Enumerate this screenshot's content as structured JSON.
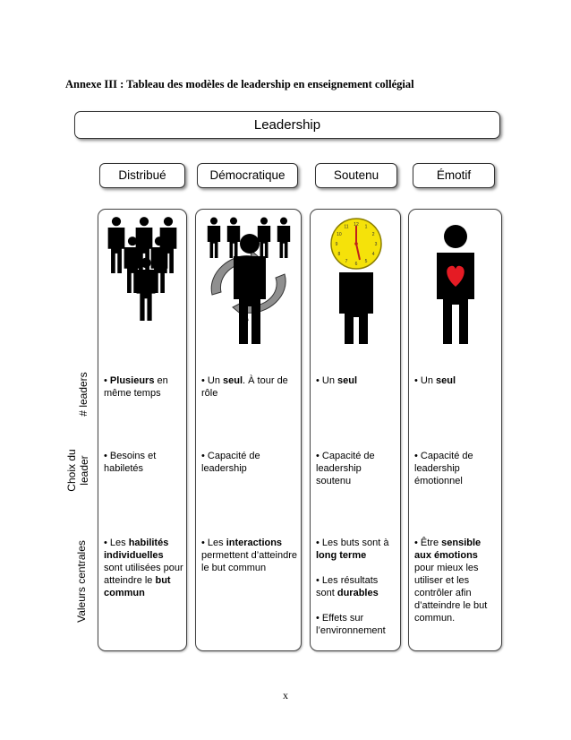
{
  "caption": "Annexe III : Tableau des modèles de leadership en enseignement collégial",
  "banner": "Leadership",
  "columns": [
    {
      "title": "Distribué",
      "leaders": [
        {
          "t": "• "
        },
        {
          "t": "Plusieurs",
          "b": true
        },
        {
          "t": " en même temps"
        }
      ],
      "choix": [
        {
          "t": "• Besoins et habiletés"
        }
      ],
      "valeurs": [
        {
          "t": "• Les "
        },
        {
          "t": "habilités individuelles",
          "b": true
        },
        {
          "t": " sont utilisées pour atteindre le "
        },
        {
          "t": "but commun",
          "b": true
        }
      ]
    },
    {
      "title": "Démocratique",
      "leaders": [
        {
          "t": "• Un "
        },
        {
          "t": "seul",
          "b": true
        },
        {
          "t": ". À tour de rôle"
        }
      ],
      "choix": [
        {
          "t": "• Capacité de leadership"
        }
      ],
      "valeurs": [
        {
          "t": "• Les "
        },
        {
          "t": "interactions",
          "b": true
        },
        {
          "t": " permettent d’atteindre le but commun"
        }
      ]
    },
    {
      "title": "Soutenu",
      "leaders": [
        {
          "t": "• Un "
        },
        {
          "t": "seul",
          "b": true
        }
      ],
      "choix": [
        {
          "t": "• Capacité de leadership soutenu"
        }
      ],
      "valeurs": [
        {
          "t": "• Les buts sont à "
        },
        {
          "t": "long terme",
          "b": true
        },
        {
          "br": true
        },
        {
          "br": true
        },
        {
          "t": "• Les résultats sont "
        },
        {
          "t": "durables",
          "b": true
        },
        {
          "br": true
        },
        {
          "br": true
        },
        {
          "t": "• Effets sur l’environnement"
        }
      ]
    },
    {
      "title": "Émotif",
      "leaders": [
        {
          "t": "• Un "
        },
        {
          "t": "seul",
          "b": true
        }
      ],
      "choix": [
        {
          "t": "• Capacité de leadership émotionnel"
        }
      ],
      "valeurs": [
        {
          "t": "• Être "
        },
        {
          "t": "sensible aux émotions",
          "b": true
        },
        {
          "t": " pour mieux les utiliser et les contrôler afin d’atteindre le but commun."
        }
      ]
    }
  ],
  "row_labels": {
    "leaders": "# leaders",
    "choix_line1": "Choix du",
    "choix_line2": "leader",
    "valeurs": "Valeurs centrales"
  },
  "clock_numbers": [
    "12",
    "1",
    "2",
    "3",
    "4",
    "5",
    "6",
    "7",
    "8",
    "9",
    "10",
    "11"
  ],
  "colors": {
    "clock_face": "#f5e20a",
    "heart": "#e51b24",
    "figure": "#000000",
    "hand": "#c0201c"
  },
  "page_number": "x"
}
